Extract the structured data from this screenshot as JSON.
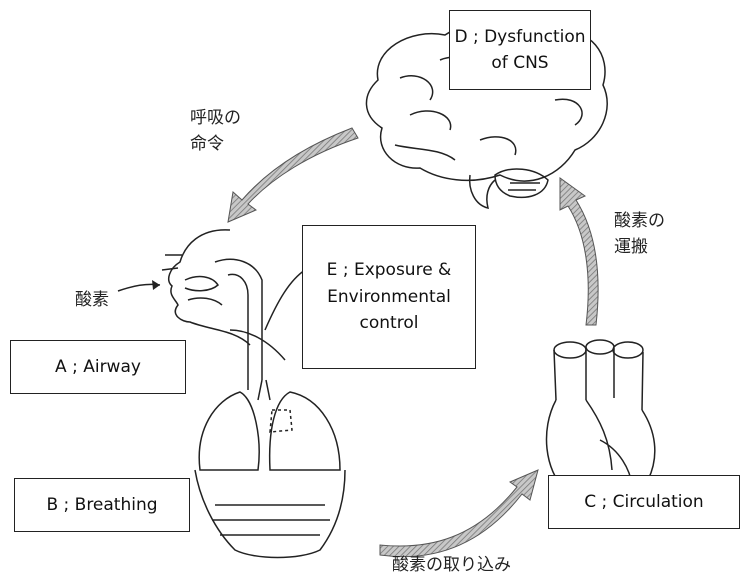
{
  "boxes": {
    "a": "A ; Airway",
    "b": "B ; Breathing",
    "c": "C ; Circulation",
    "d_line1": "D ; Dysfunction",
    "d_line2": "of CNS",
    "e_line1": "E ; Exposure &",
    "e_line2": "Environmental",
    "e_line3": "control"
  },
  "labels": {
    "command_line1": "呼吸の",
    "command_line2": "命令",
    "transport_line1": "酸素の",
    "transport_line2": "運搬",
    "oxygen": "酸素",
    "uptake": "酸素の取り込み"
  },
  "colors": {
    "line": "#222222",
    "arrow_fill": "#8a8a8a"
  }
}
